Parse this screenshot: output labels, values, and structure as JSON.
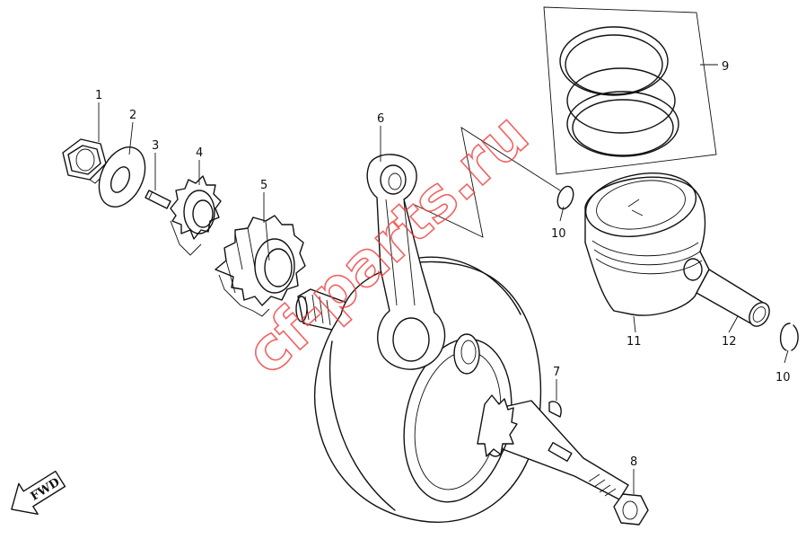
{
  "diagram": {
    "callouts": [
      {
        "number": "1"
      },
      {
        "number": "2"
      },
      {
        "number": "3"
      },
      {
        "number": "4"
      },
      {
        "number": "5"
      },
      {
        "number": "6"
      },
      {
        "number": "7"
      },
      {
        "number": "8"
      },
      {
        "number": "9"
      },
      {
        "number": "10"
      },
      {
        "number": "10"
      },
      {
        "number": "11"
      },
      {
        "number": "12"
      }
    ],
    "watermark": "cf-parts.ru",
    "direction_arrow_label": "FWD",
    "colors": {
      "line": "#111111",
      "watermark": "#ef3b3b",
      "background": "#ffffff"
    }
  }
}
